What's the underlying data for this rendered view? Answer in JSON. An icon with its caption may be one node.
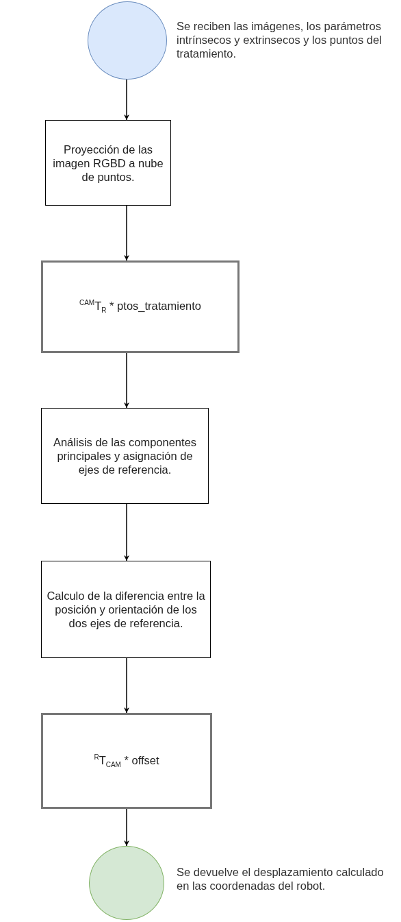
{
  "diagram": {
    "nodes": [
      {
        "text": [],
        "shape": "circle",
        "beside": [
          "Se reciben las imágenes, los parámetros intrínsecos y extrinsecos y los puntos del tratamiento."
        ]
      },
      {
        "text": [
          "Proyección de las imagen RGBD a nube de puntos."
        ]
      },
      {
        "text": [
          "$^{CAM}$T$_{R}$ * ptos_tratamiento"
        ]
      },
      {
        "text": [
          "Análisis de las componentes principales y asignación de ejes de referencia."
        ]
      },
      {
        "text": [
          "Calculo de la diferencia entre la posición y orientación de los dos ejes de referencia."
        ]
      },
      {
        "text": [
          "$^{R}$T$_{CAM}$ * offset"
        ]
      },
      {
        "text": [],
        "shape": "circle",
        "beside": [
          "Se devuelve el desplazamiento calculado en las coordenadas del robot."
        ]
      }
    ],
    "edges": [
      {
        "from": 0,
        "to": 1,
        "arrow": "to"
      },
      {
        "from": 1,
        "to": 2,
        "arrow": "to"
      },
      {
        "from": 2,
        "to": 3,
        "arrow": "to"
      },
      {
        "from": 3,
        "to": 4,
        "arrow": "to"
      },
      {
        "from": 4,
        "to": 5,
        "arrow": "to"
      },
      {
        "from": 5,
        "to": 6,
        "arrow": "to"
      }
    ]
  }
}
